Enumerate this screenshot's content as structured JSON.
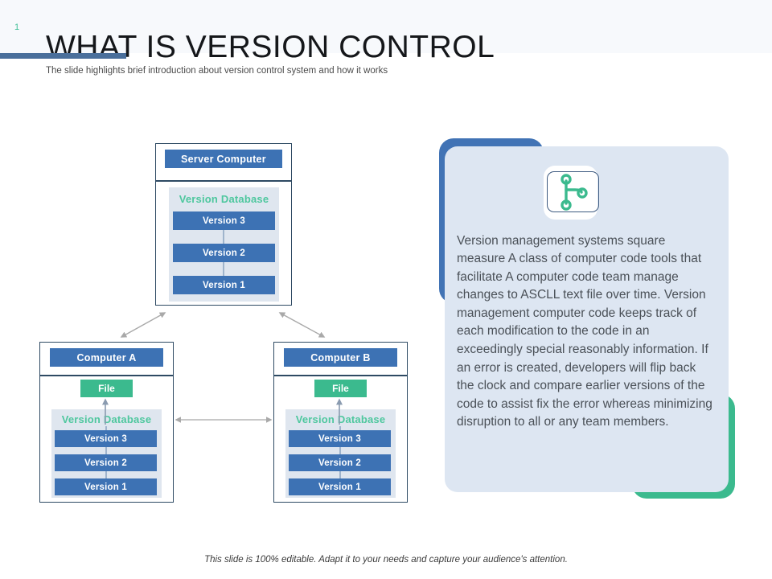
{
  "header": {
    "slide_number": "1",
    "title": "WHAT IS VERSION CONTROL",
    "subtitle": "The slide highlights brief introduction about version control system and how it works",
    "accent_color": "#4a6f9b",
    "slide_number_color": "#3fbf96"
  },
  "diagram": {
    "server": {
      "title": "Server Computer",
      "database_label": "Version Database",
      "versions": [
        "Version 3",
        "Version 2",
        "Version 1"
      ]
    },
    "computer_a": {
      "title": "Computer A",
      "file_label": "File",
      "database_label": "Version Database",
      "versions": [
        "Version 3",
        "Version 2",
        "Version 1"
      ]
    },
    "computer_b": {
      "title": "Computer B",
      "file_label": "File",
      "database_label": "Version Database",
      "versions": [
        "Version 3",
        "Version 2",
        "Version 1"
      ]
    },
    "colors": {
      "node_header": "#3d72b4",
      "version_chip": "#3d72b4",
      "file_chip": "#3bba8e",
      "database_panel": "#dfe6ef",
      "database_label": "#4ec79e",
      "border": "#2e4a63",
      "arrow": "#a9a9a9"
    }
  },
  "info_panel": {
    "icon": "git-branch-icon",
    "icon_color": "#3bba8e",
    "background": "#dde6f2",
    "shadow_blue": "#4173b5",
    "shadow_green": "#3bba8e",
    "body": "Version management systems square measure A class of computer code tools that facilitate A computer code team manage changes to ASCLL text file over time. Version management computer code keeps track of each modification to the code in an exceedingly special reasonably information. If an error is created, developers will flip back the clock and compare earlier versions of the code to assist fix the error whereas minimizing disruption to all or any team members."
  },
  "footer": {
    "note": "This slide is 100% editable. Adapt it to your needs and capture your audience's attention."
  }
}
